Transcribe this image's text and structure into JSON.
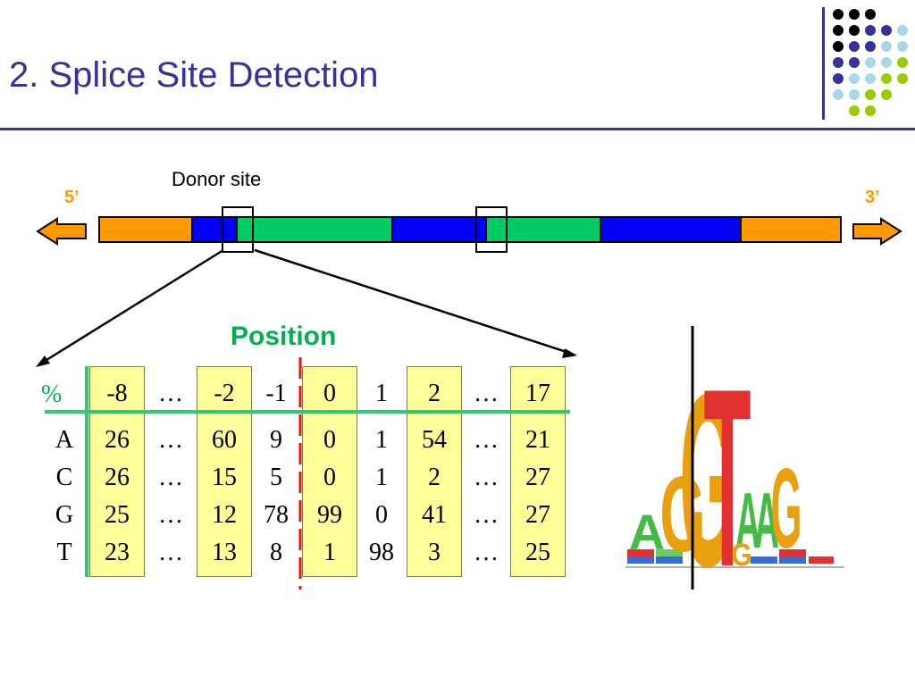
{
  "title": "2. Splice Site Detection",
  "diagram": {
    "donor_label": "Donor site",
    "five_prime": "5’",
    "three_prime": "3’",
    "segments": [
      {
        "color": "#ff9900",
        "w": 0.125
      },
      {
        "color": "#0000ff",
        "w": 0.06
      },
      {
        "color": "#00cc66",
        "w": 0.21
      },
      {
        "color": "#0000ff",
        "w": 0.127
      },
      {
        "color": "#00cc66",
        "w": 0.155
      },
      {
        "color": "#0000ff",
        "w": 0.19
      },
      {
        "color": "#ff9900",
        "w": 0.133
      }
    ]
  },
  "matrix": {
    "position_label": "Position",
    "percent_label": "%",
    "columns": [
      "-8",
      "…",
      "-2",
      "-1",
      "0",
      "1",
      "2",
      "…",
      "17"
    ],
    "rows": [
      {
        "base": "A",
        "values": [
          "26",
          "…",
          "60",
          "9",
          "0",
          "1",
          "54",
          "…",
          "21"
        ]
      },
      {
        "base": "C",
        "values": [
          "26",
          "…",
          "15",
          "5",
          "0",
          "1",
          "2",
          "…",
          "27"
        ]
      },
      {
        "base": "G",
        "values": [
          "25",
          "…",
          "12",
          "78",
          "99",
          "0",
          "41",
          "…",
          "27"
        ]
      },
      {
        "base": "T",
        "values": [
          "23",
          "…",
          "13",
          "8",
          "1",
          "98",
          "3",
          "…",
          "25"
        ]
      }
    ]
  },
  "colors": {
    "title": "#333399",
    "accent_green": "#00b050",
    "highlight": "#ffff99",
    "boundary": "#ee1111",
    "orange": "#ff9900"
  },
  "sequence_logo": {
    "letters": [
      "A",
      "G",
      "G",
      "T",
      "A",
      "A",
      "G",
      "G"
    ]
  }
}
